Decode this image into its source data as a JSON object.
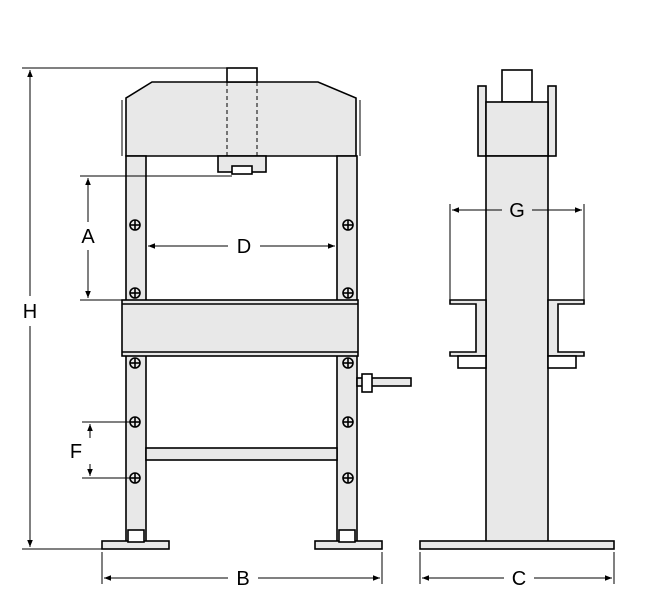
{
  "labels": {
    "a": "A",
    "b": "B",
    "c": "C",
    "d": "D",
    "f": "F",
    "g": "G",
    "h": "H"
  },
  "colors": {
    "body_fill": "#e8e8e8",
    "line": "#000000",
    "background": "#ffffff"
  }
}
